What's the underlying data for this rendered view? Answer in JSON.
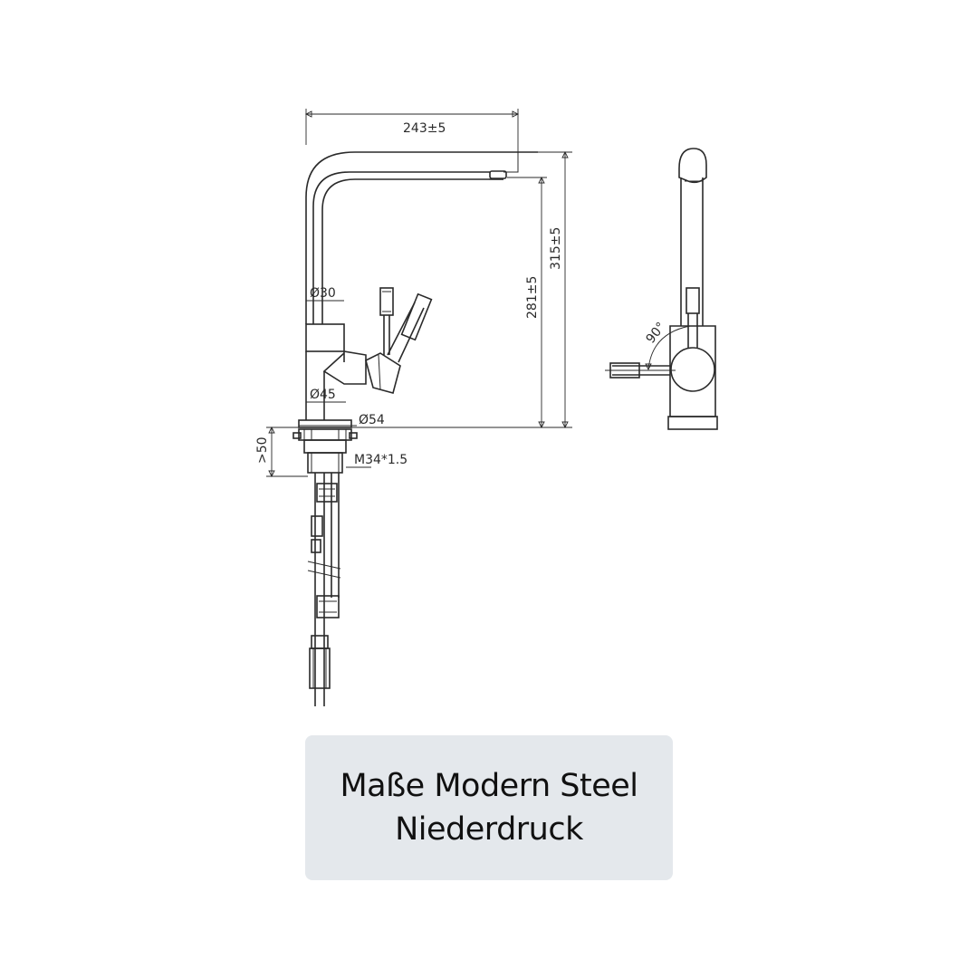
{
  "dimensions": {
    "width": "243±5",
    "height_total": "315±5",
    "height_spout": "281±5",
    "body_diameter": "Ø30",
    "base_diameter": "Ø45",
    "flange_diameter": "Ø54",
    "thread": "M34*1.5",
    "counter_depth": ">50",
    "lever_angle": "90°"
  },
  "caption": {
    "line1": "Maße Modern Steel",
    "line2": "Niederdruck"
  },
  "colors": {
    "line": "#2a2a2a",
    "caption_bg": "#e4e8ec",
    "caption_text": "#111111"
  }
}
